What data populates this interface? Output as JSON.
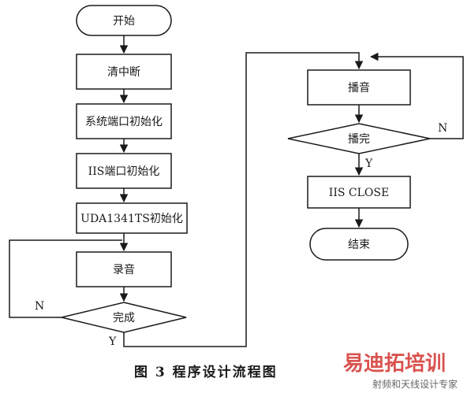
{
  "nodes": {
    "start": "开始",
    "clear_int": "清中断",
    "sys_port_init": "系统端口初始化",
    "iis_port_init": "IIS端口初始化",
    "uda_init": "UDA1341TS初始化",
    "record": "录音",
    "record_done": "完成",
    "play": "播音",
    "play_done": "播完",
    "iis_close": "IIS CLOSE",
    "end": "结束"
  },
  "edge_labels": {
    "record_no": "N",
    "record_yes": "Y",
    "play_no": "N",
    "play_yes": "Y"
  },
  "caption": "图 3    程序设计流程图",
  "watermark": {
    "main": "易迪拓培训",
    "sub": "射频和天线设计专家"
  },
  "colors": {
    "stroke": "#1a1a1a",
    "watermark": "#d9534f"
  }
}
